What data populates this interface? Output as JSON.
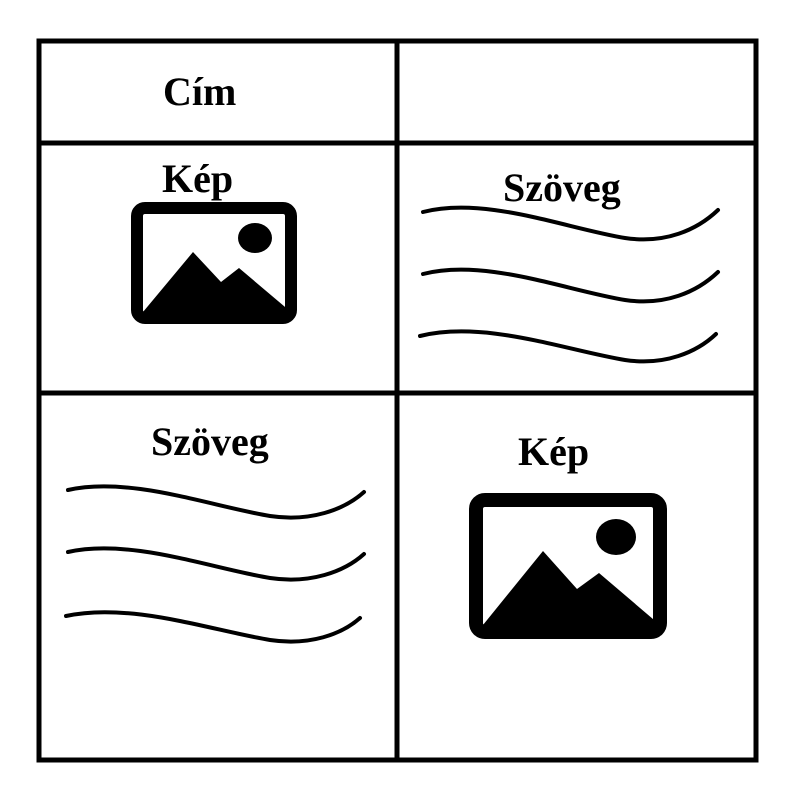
{
  "header": {
    "title": "Cím"
  },
  "cells": {
    "top_left": {
      "label": "Kép",
      "kind": "image-placeholder"
    },
    "top_right": {
      "label": "Szöveg",
      "kind": "text-placeholder"
    },
    "bottom_left": {
      "label": "Szöveg",
      "kind": "text-placeholder"
    },
    "bottom_right": {
      "label": "Kép",
      "kind": "image-placeholder"
    }
  },
  "icons": {
    "image": "picture-icon",
    "text": "wavy-lines-icon"
  },
  "colors": {
    "ink": "#000000",
    "background": "#ffffff"
  }
}
